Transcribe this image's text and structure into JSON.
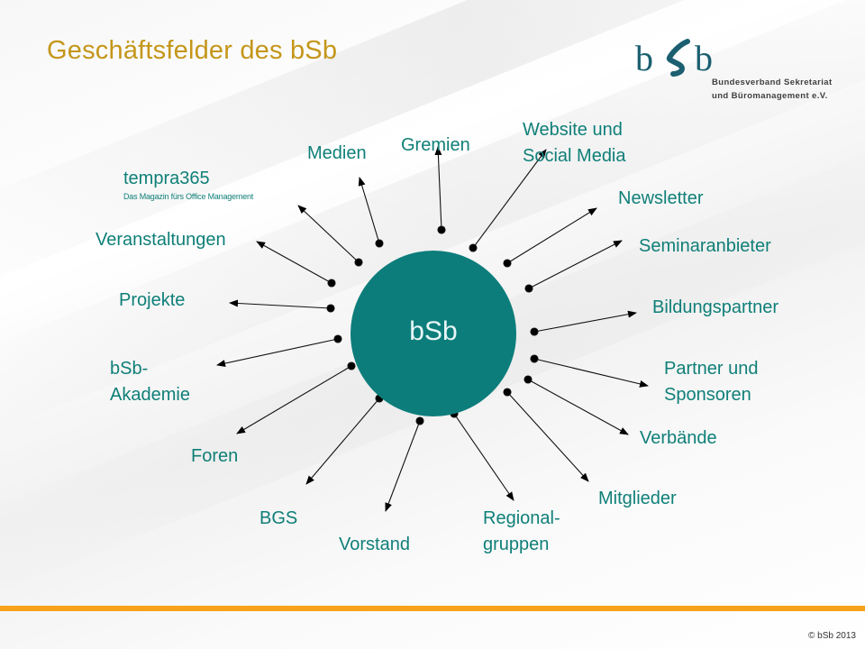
{
  "slide": {
    "title": "Geschäftsfelder des bSb",
    "title_color": "#c4961a",
    "accent_color": "#0c7d7b",
    "footer_bar_color": "#f7a21b",
    "copyright": "© bSb 2013"
  },
  "logo": {
    "mark": "bSb",
    "line1": "Bundesverband Sekretariat",
    "line2": "und Büromanagement e.V."
  },
  "hub": {
    "label": "bSb"
  },
  "nodes": [
    {
      "id": "medien",
      "lines": [
        "Medien"
      ]
    },
    {
      "id": "gremien",
      "lines": [
        "Gremien"
      ]
    },
    {
      "id": "website",
      "lines": [
        "Website und",
        "Social Media"
      ]
    },
    {
      "id": "newsletter",
      "lines": [
        "Newsletter"
      ]
    },
    {
      "id": "seminaranbieter",
      "lines": [
        "Seminaranbieter"
      ]
    },
    {
      "id": "bildungspartner",
      "lines": [
        "Bildungspartner"
      ]
    },
    {
      "id": "partner",
      "lines": [
        "Partner und",
        "Sponsoren"
      ]
    },
    {
      "id": "verbaende",
      "lines": [
        "Verbände"
      ]
    },
    {
      "id": "mitglieder",
      "lines": [
        "Mitglieder"
      ]
    },
    {
      "id": "regionalgruppen",
      "lines": [
        "Regional-",
        "gruppen"
      ]
    },
    {
      "id": "vorstand",
      "lines": [
        "Vorstand"
      ]
    },
    {
      "id": "bgs",
      "lines": [
        "BGS"
      ]
    },
    {
      "id": "foren",
      "lines": [
        "Foren"
      ]
    },
    {
      "id": "akademie",
      "lines": [
        "bSb-",
        "Akademie"
      ]
    },
    {
      "id": "projekte",
      "lines": [
        "Projekte"
      ]
    },
    {
      "id": "veranstaltungen",
      "lines": [
        "Veranstaltungen"
      ]
    },
    {
      "id": "tempra",
      "lines": [
        "tempra365"
      ],
      "subtitle": "Das Magazin fürs Office Management"
    }
  ]
}
